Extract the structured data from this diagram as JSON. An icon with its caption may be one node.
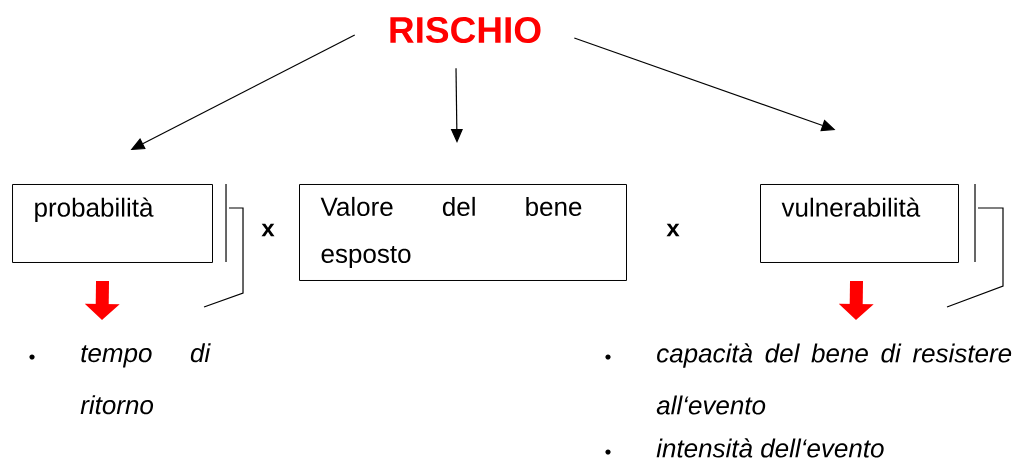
{
  "diagram": {
    "nodes": [
      {
        "text": [
          "RISCHIO"
        ]
      },
      {
        "text": [
          "probabilità"
        ]
      },
      {
        "text": [
          "Valore del bene esposto"
        ]
      },
      {
        "text": [
          "vulnerabilità"
        ]
      },
      {
        "text": [
          "tempo di ritorno"
        ]
      },
      {
        "text": [
          "capacità del bene di resistere all‘evento"
        ]
      },
      {
        "text": [
          "intensità dell‘evento"
        ]
      }
    ],
    "edges": [
      {
        "from": 0,
        "to": 1,
        "arrow": "to"
      },
      {
        "from": 0,
        "to": 2,
        "arrow": "to"
      },
      {
        "from": 0,
        "to": 3,
        "arrow": "to"
      },
      {
        "from": 1,
        "to": 4,
        "arrow": "to",
        "style": "thick",
        "color": "#ff0000"
      },
      {
        "from": 3,
        "to": 5,
        "arrow": "to",
        "style": "thick",
        "color": "#ff0000"
      }
    ],
    "labels": [
      "x",
      "x"
    ]
  }
}
